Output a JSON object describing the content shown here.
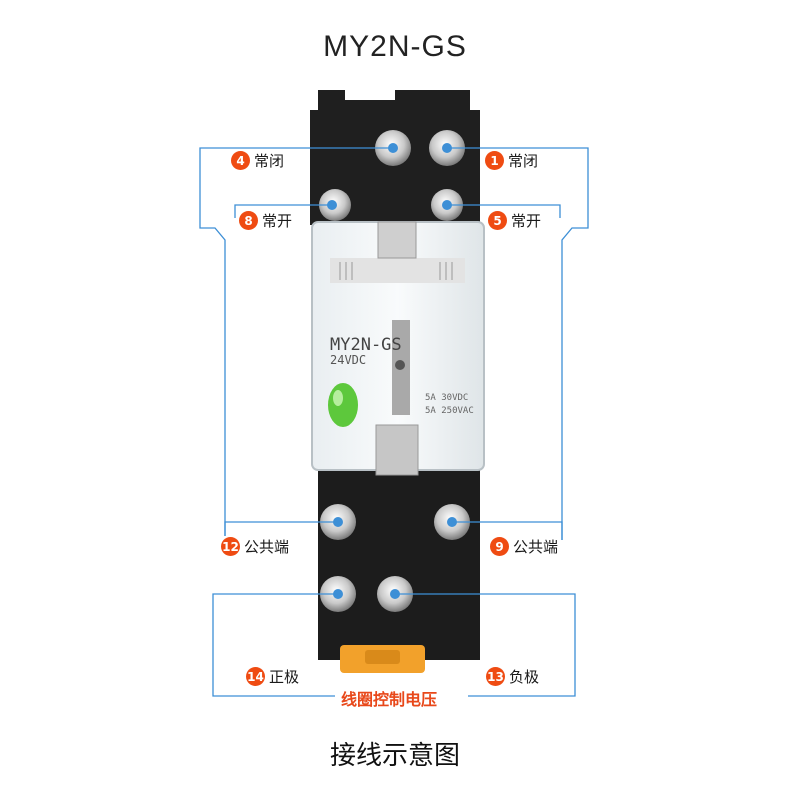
{
  "title": "MY2N-GS",
  "caption": "接线示意图",
  "relay": {
    "model": "MY2N-GS",
    "voltage": "24VDC",
    "rating_dc": "5A 30VDC",
    "rating_ac": "5A 250VAC"
  },
  "terminals": [
    {
      "id": "t4",
      "number": "4",
      "label": "常闭"
    },
    {
      "id": "t1",
      "number": "1",
      "label": "常闭"
    },
    {
      "id": "t8",
      "number": "8",
      "label": "常开"
    },
    {
      "id": "t5",
      "number": "5",
      "label": "常开"
    },
    {
      "id": "t12",
      "number": "12",
      "label": "公共端"
    },
    {
      "id": "t9",
      "number": "9",
      "label": "公共端"
    },
    {
      "id": "t14",
      "number": "14",
      "label": "正极"
    },
    {
      "id": "t13",
      "number": "13",
      "label": "负极"
    }
  ],
  "coil_label": "线圈控制电压",
  "colors": {
    "accent": "#ef4b12",
    "line": "#3d8fd6",
    "base": "#1c1c1c"
  }
}
